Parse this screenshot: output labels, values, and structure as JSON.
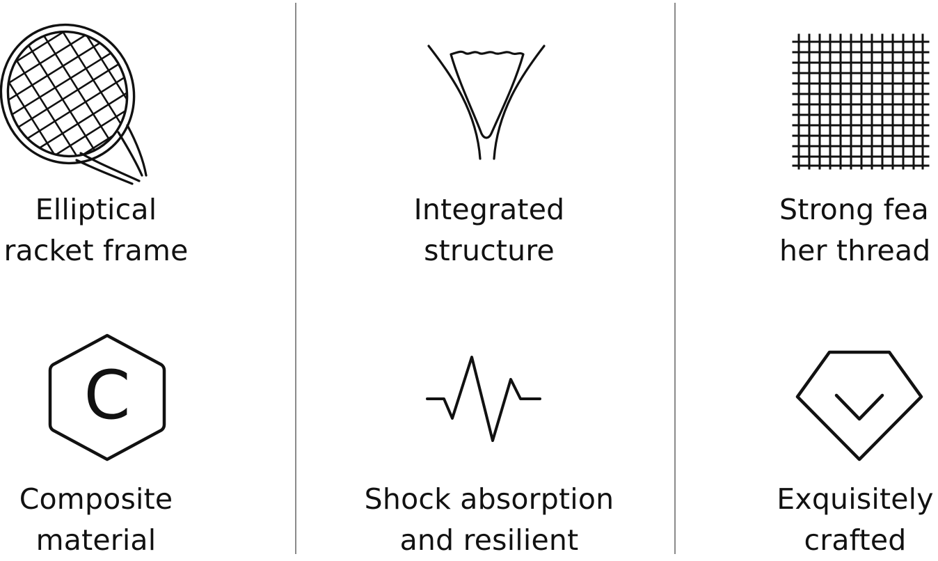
{
  "features": [
    {
      "icon": "racket-icon",
      "line1": "Elliptical",
      "line2": "racket frame"
    },
    {
      "icon": "racket-throat-icon",
      "line1": "Integrated",
      "line2": "structure"
    },
    {
      "icon": "string-grid-icon",
      "line1": "Strong fea",
      "line2": "her thread"
    },
    {
      "icon": "carbon-hexagon-icon",
      "symbol": "C",
      "line1": "Composite",
      "line2": "material"
    },
    {
      "icon": "pulse-wave-icon",
      "line1": "Shock absorption",
      "line2": "and resilient"
    },
    {
      "icon": "diamond-icon",
      "line1": "Exquisitely",
      "line2": "crafted"
    }
  ],
  "colors": {
    "background": "#ffffff",
    "text": "#111111",
    "icon_stroke": "#111111",
    "divider": "#8a8a8a"
  }
}
